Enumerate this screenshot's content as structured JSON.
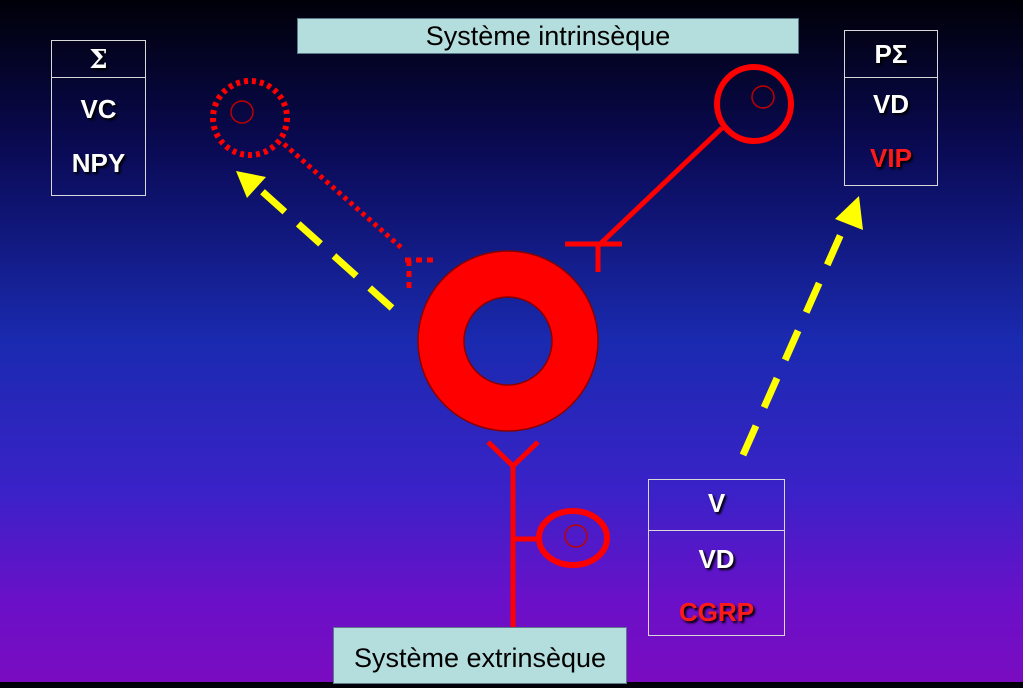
{
  "labels": {
    "top": "Système intrinsèque",
    "bottom": "Système extrinsèque"
  },
  "tables": {
    "left": {
      "header": "Σ",
      "rows": [
        "VC",
        "NPY"
      ]
    },
    "right": {
      "header": "PΣ",
      "rows": [
        "VD",
        "VIP"
      ]
    },
    "bottom": {
      "header": "V",
      "rows": [
        "VD",
        "CGRP"
      ]
    }
  },
  "colors": {
    "neuron": "#ff0000",
    "arrow": "#ffff00",
    "label_bg": "#b4dede",
    "highlight_text": "#ff1a1a"
  }
}
